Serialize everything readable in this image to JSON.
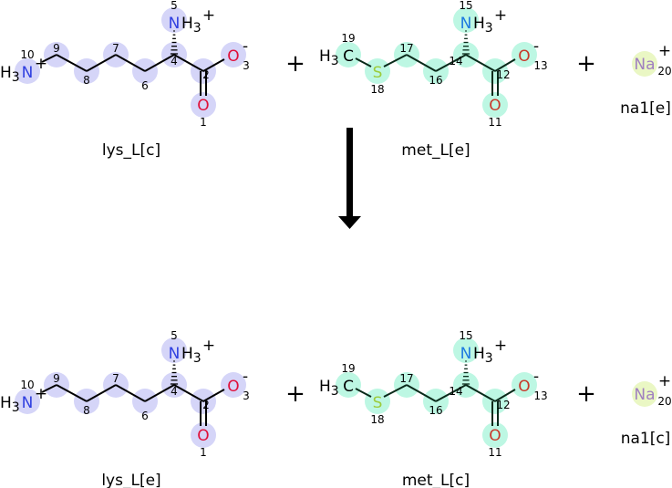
{
  "colors": {
    "lys_halo": "#d5d5f8",
    "met_halo": "#bdf7e3",
    "na_halo": "#eaf7c4",
    "nitrogen_lys": "#2f3fe0",
    "nitrogen_met": "#1e7ae0",
    "oxygen_lys": "#e0103a",
    "oxygen_met": "#c8382a",
    "sulfur": "#9ccc3a",
    "sodium": "#a080c0",
    "bond": "#000000",
    "bond_met": "#0a2a1a"
  },
  "reactants": [
    {
      "id": "lys_L",
      "name": "lys_L[c]"
    },
    {
      "id": "met_L",
      "name": "met_L[e]"
    },
    {
      "id": "na1",
      "name": "na1[e]"
    }
  ],
  "products": [
    {
      "id": "lys_L",
      "name": "lys_L[e]"
    },
    {
      "id": "met_L",
      "name": "met_L[c]"
    },
    {
      "id": "na1",
      "name": "na1[c]"
    }
  ],
  "plus_sign": "+",
  "molecules": {
    "lys_L": {
      "atom_numbers": [
        "1",
        "2",
        "3",
        "4",
        "5",
        "6",
        "7",
        "8",
        "9",
        "10"
      ],
      "labels": {
        "N10": "N",
        "H3_10": "H3",
        "O3": "O",
        "O1": "O",
        "N5": "N",
        "H3_5": "H3",
        "charge_plus": "+",
        "charge_minus": "-"
      }
    },
    "met_L": {
      "atom_numbers": [
        "11",
        "12",
        "13",
        "14",
        "15",
        "16",
        "17",
        "18",
        "19"
      ],
      "labels": {
        "C19": "C",
        "H3_19": "H3",
        "S18": "S",
        "O13": "O",
        "O11": "O",
        "N15": "N",
        "H3_15": "H3",
        "charge_plus": "+",
        "charge_minus": "-"
      }
    },
    "na1": {
      "atom_numbers": [
        "20"
      ],
      "labels": {
        "Na": "Na",
        "charge_plus": "+"
      }
    }
  }
}
